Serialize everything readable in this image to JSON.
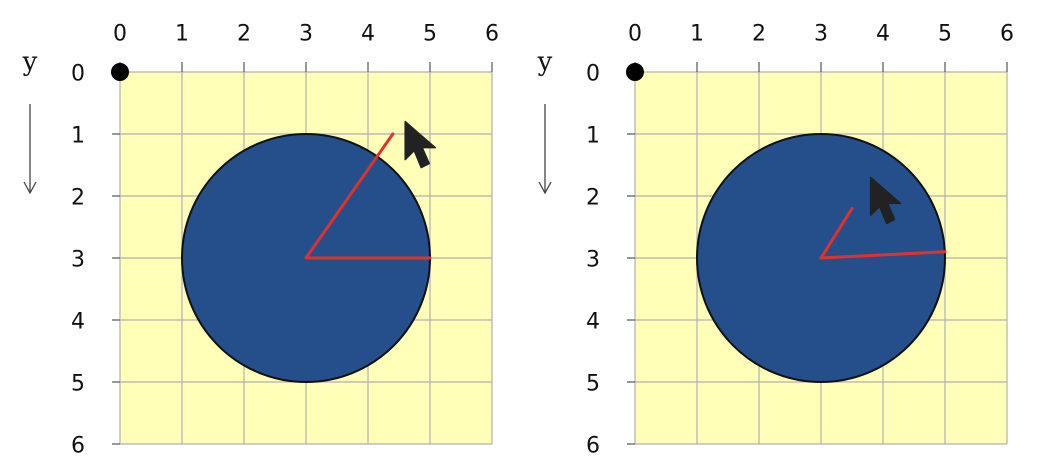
{
  "panels": [
    {
      "x_ticks": [
        "0",
        "1",
        "2",
        "3",
        "4",
        "5",
        "6"
      ],
      "y_ticks": [
        "0",
        "1",
        "2",
        "3",
        "4",
        "5",
        "6"
      ],
      "y_label": "y",
      "grid_min": 0,
      "grid_max": 6,
      "circle": {
        "cx": 3,
        "cy": 3,
        "r": 2
      },
      "ray_end_a": [
        5,
        3
      ],
      "ray_end_b": [
        4.4,
        1.0
      ],
      "cursor_at": [
        4.6,
        0.8
      ]
    },
    {
      "x_ticks": [
        "0",
        "1",
        "2",
        "3",
        "4",
        "5",
        "6"
      ],
      "y_ticks": [
        "0",
        "1",
        "2",
        "3",
        "4",
        "5",
        "6"
      ],
      "y_label": "y",
      "grid_min": 0,
      "grid_max": 6,
      "circle": {
        "cx": 3,
        "cy": 3,
        "r": 2
      },
      "ray_end_a": [
        5,
        2.9
      ],
      "ray_end_b": [
        3.5,
        2.2
      ],
      "cursor_at": [
        3.8,
        1.7
      ]
    }
  ],
  "colors": {
    "grid_bg": "#ffffb8",
    "grid_line": "#b0b0b0",
    "circle_fill": "#244f8b",
    "circle_stroke": "#111111",
    "ray": "#e0322a",
    "cursor": "#222222",
    "origin_dot": "#000000"
  },
  "icons": {
    "cursor": "mouse-pointer-icon",
    "arrow": "arrow-down-icon"
  }
}
